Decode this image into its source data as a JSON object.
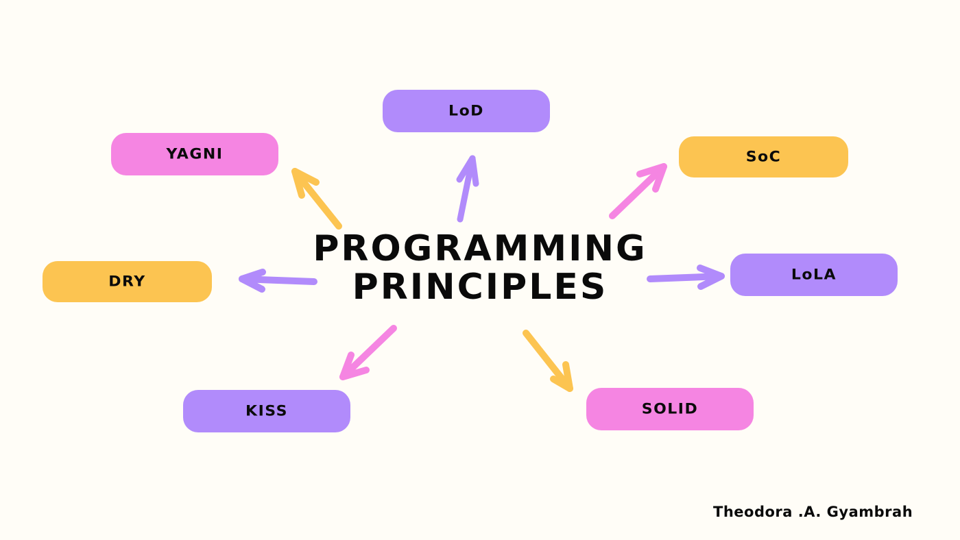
{
  "title": {
    "line1": "PROGRAMMING",
    "line2": "PRINCIPLES"
  },
  "author": "Theodora .A. Gyambrah",
  "colors": {
    "background": "#fffdf7",
    "pink": "#f585e2",
    "purple": "#b18bfb",
    "yellow": "#fcc451",
    "text": "#0b0b0b"
  },
  "nodes": [
    {
      "id": "lod",
      "label": "LoD",
      "color": "#b18bfb"
    },
    {
      "id": "yagni",
      "label": "YAGNI",
      "color": "#f585e2"
    },
    {
      "id": "soc",
      "label": "SoC",
      "color": "#fcc451"
    },
    {
      "id": "dry",
      "label": "DRY",
      "color": "#fcc451"
    },
    {
      "id": "lola",
      "label": "LoLA",
      "color": "#b18bfb"
    },
    {
      "id": "kiss",
      "label": "KISS",
      "color": "#b18bfb"
    },
    {
      "id": "solid",
      "label": "SOLID",
      "color": "#f585e2"
    }
  ],
  "arrows": [
    {
      "to": "LoD",
      "color": "purple"
    },
    {
      "to": "YAGNI",
      "color": "yellow"
    },
    {
      "to": "SoC",
      "color": "pink"
    },
    {
      "to": "DRY",
      "color": "purple"
    },
    {
      "to": "LoLA",
      "color": "purple"
    },
    {
      "to": "KISS",
      "color": "pink"
    },
    {
      "to": "SOLID",
      "color": "yellow"
    }
  ]
}
